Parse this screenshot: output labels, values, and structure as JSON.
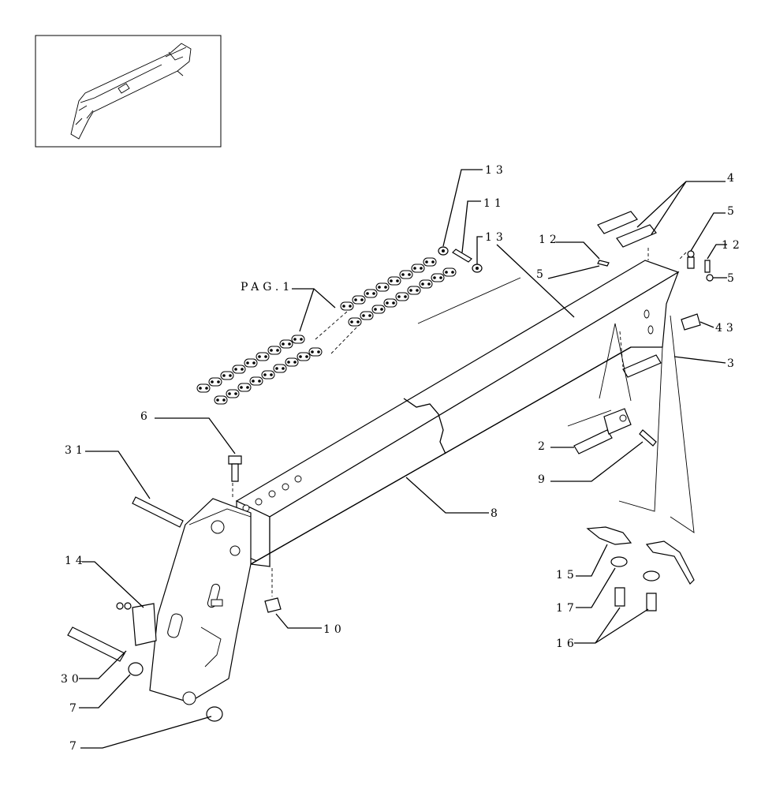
{
  "diagram": {
    "type": "exploded parts diagram",
    "callouts": [
      {
        "id": "c13a",
        "text": "13"
      },
      {
        "id": "c11",
        "text": "11"
      },
      {
        "id": "c13b",
        "text": "13"
      },
      {
        "id": "c4",
        "text": "4"
      },
      {
        "id": "c5a",
        "text": "5"
      },
      {
        "id": "c12a",
        "text": "12"
      },
      {
        "id": "c12b",
        "text": "12"
      },
      {
        "id": "c5b",
        "text": "5"
      },
      {
        "id": "c5c",
        "text": "5"
      },
      {
        "id": "c43",
        "text": "43"
      },
      {
        "id": "c3",
        "text": "3"
      },
      {
        "id": "cpag",
        "text": "PAG.1"
      },
      {
        "id": "c6",
        "text": "6"
      },
      {
        "id": "c2",
        "text": "2"
      },
      {
        "id": "c9",
        "text": "9"
      },
      {
        "id": "c31",
        "text": "31"
      },
      {
        "id": "c8",
        "text": "8"
      },
      {
        "id": "c14",
        "text": "14"
      },
      {
        "id": "c10",
        "text": "10"
      },
      {
        "id": "c15",
        "text": "15"
      },
      {
        "id": "c17",
        "text": "17"
      },
      {
        "id": "c16",
        "text": "16"
      },
      {
        "id": "c30",
        "text": "30"
      },
      {
        "id": "c7a",
        "text": "7"
      },
      {
        "id": "c7b",
        "text": "7"
      }
    ]
  }
}
